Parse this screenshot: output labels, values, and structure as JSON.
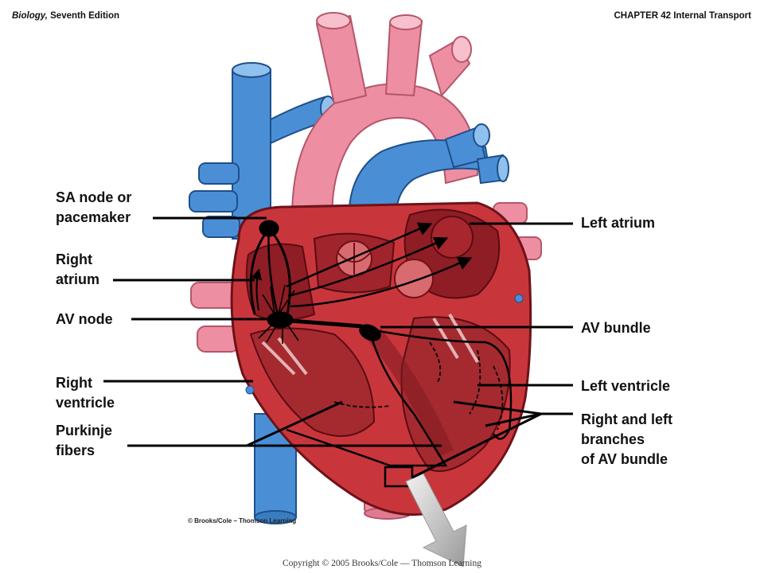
{
  "header": {
    "book_title": "Biology,",
    "edition": "Seventh Edition",
    "chapter": "CHAPTER 42 Internal Transport"
  },
  "labels": {
    "sa_node": [
      "SA node or",
      "pacemaker"
    ],
    "right_atrium": [
      "Right",
      "atrium"
    ],
    "av_node": [
      "AV node"
    ],
    "right_ventricle": [
      "Right",
      "ventricle"
    ],
    "purkinje": [
      "Purkinje",
      "fibers"
    ],
    "left_atrium": [
      "Left atrium"
    ],
    "av_bundle": [
      "AV bundle"
    ],
    "left_ventricle": [
      "Left ventricle"
    ],
    "branches": [
      "Right and left",
      "branches",
      "of AV bundle"
    ]
  },
  "credit": "© Brooks/Cole – Thomson Learning",
  "footer": "Copyright © 2005 Brooks/Cole — Thomson Learning",
  "colors": {
    "vein": "#4a8fd6",
    "artery": "#ee8ea2",
    "muscle": "#c8363c",
    "chamber": "#8e1d25",
    "conduction": "#000000"
  }
}
